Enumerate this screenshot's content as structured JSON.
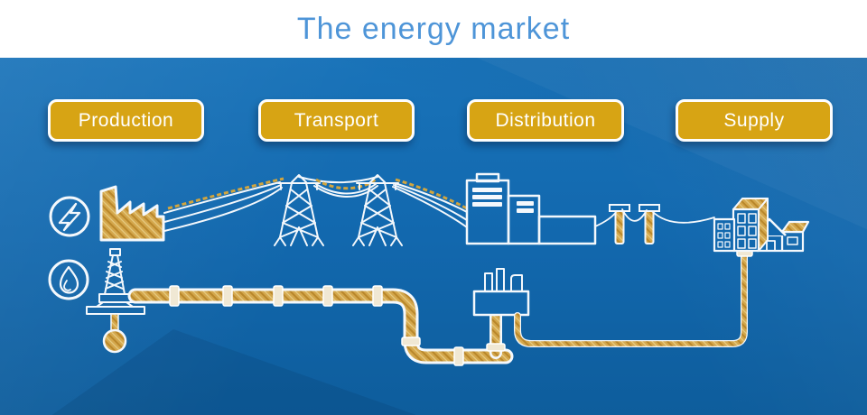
{
  "header": {
    "title": "The energy market"
  },
  "stages": [
    {
      "label": "Production"
    },
    {
      "label": "Transport"
    },
    {
      "label": "Distribution"
    },
    {
      "label": "Supply"
    }
  ],
  "icons": {
    "electricity": "lightning-bolt-icon",
    "gas": "flame-icon"
  },
  "colors": {
    "background_blue": "#1268AE",
    "header_white": "#FFFFFF",
    "title_blue": "#4E95D8",
    "button_gold": "#D7A414",
    "illustration_gold": "#D4A74C",
    "outline_white": "#F4F8FC"
  }
}
